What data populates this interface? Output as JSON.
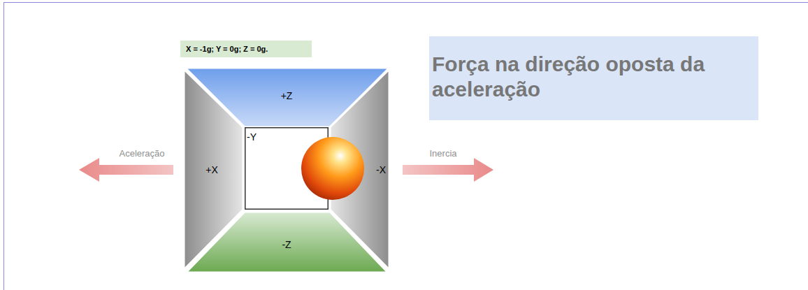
{
  "diagram": {
    "title": "Força na direção oposta da aceleração",
    "nodes": [
      {
        "text": [
          "X = -1g; Y = 0g; Z = 0g."
        ]
      },
      {
        "text": [
          "+Z"
        ]
      },
      {
        "text": [
          "+X"
        ]
      },
      {
        "text": [
          "-Y"
        ]
      },
      {
        "text": [
          "-X"
        ]
      },
      {
        "text": [
          "-Z"
        ]
      }
    ],
    "labels": [
      "Aceleração",
      "Inercia"
    ]
  }
}
